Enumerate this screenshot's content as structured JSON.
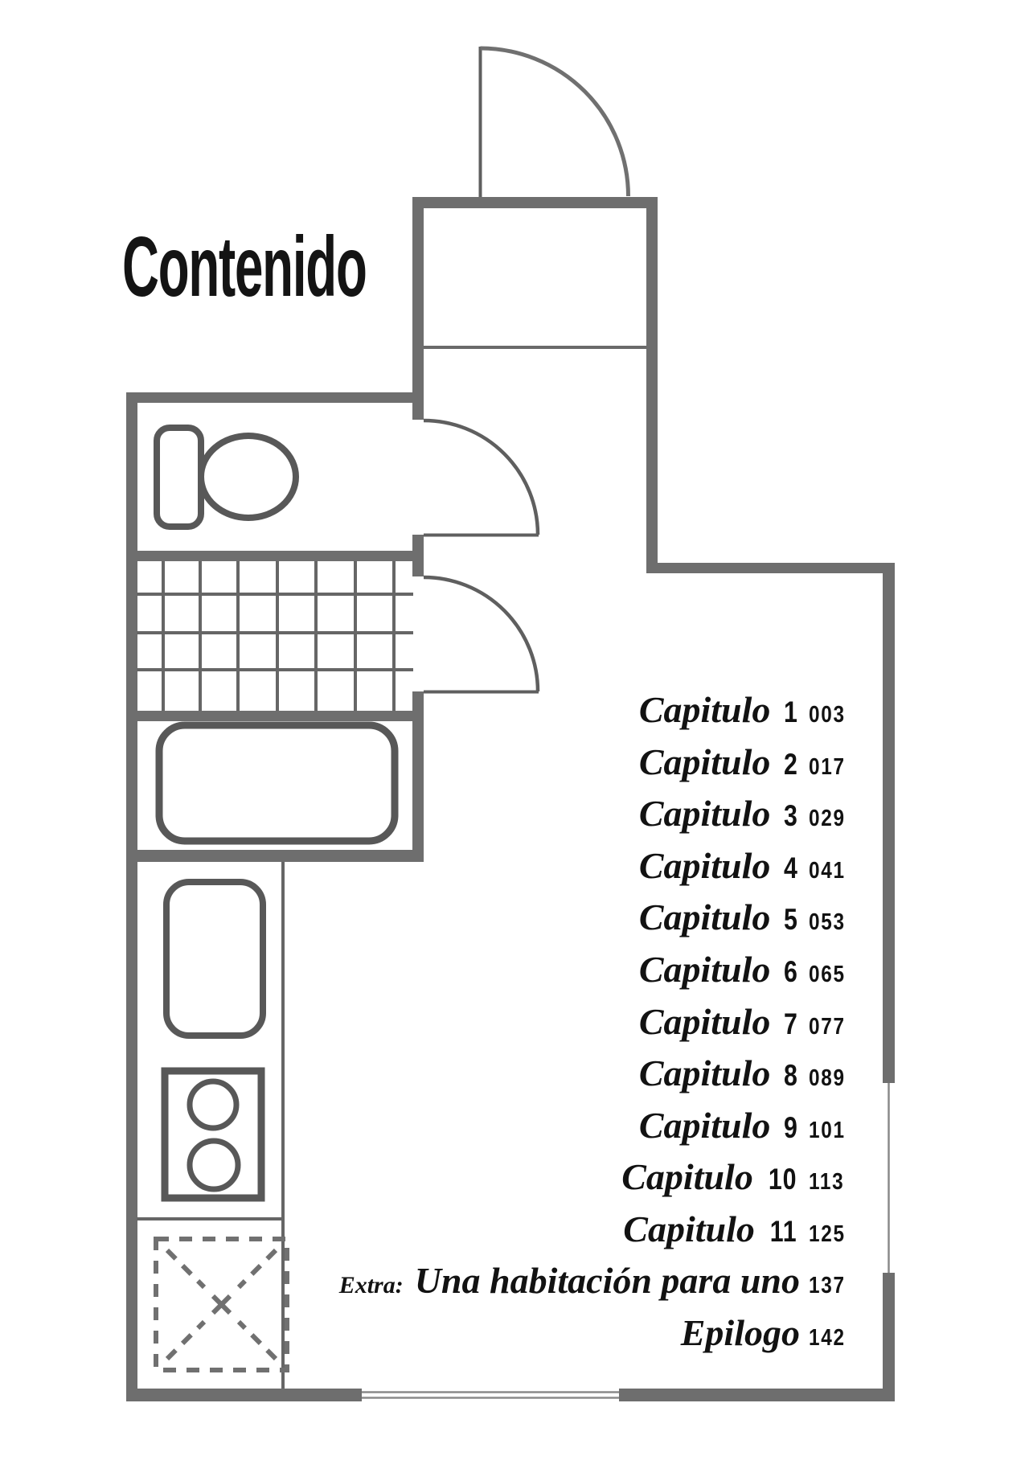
{
  "page_title": "Contenido",
  "toc": {
    "chapters": [
      {
        "label": "Capitulo",
        "number": "1",
        "page": "003"
      },
      {
        "label": "Capitulo",
        "number": "2",
        "page": "017"
      },
      {
        "label": "Capitulo",
        "number": "3",
        "page": "029"
      },
      {
        "label": "Capitulo",
        "number": "4",
        "page": "041"
      },
      {
        "label": "Capitulo",
        "number": "5",
        "page": "053"
      },
      {
        "label": "Capitulo",
        "number": "6",
        "page": "065"
      },
      {
        "label": "Capitulo",
        "number": "7",
        "page": "077"
      },
      {
        "label": "Capitulo",
        "number": "8",
        "page": "089"
      },
      {
        "label": "Capitulo",
        "number": "9",
        "page": "101"
      },
      {
        "label": "Capitulo",
        "number": "10",
        "page": "113"
      },
      {
        "label": "Capitulo",
        "number": "11",
        "page": "125"
      }
    ],
    "extra": {
      "prefix": "Extra:",
      "title": "Una habitación para uno",
      "page": "137"
    },
    "epilogue": {
      "label": "Epilogo",
      "page": "142"
    }
  },
  "floor_plan": {
    "symbols": [
      "entrance-door",
      "bathroom-door",
      "washroom-door",
      "toilet",
      "tile-floor",
      "bathtub",
      "kitchen-sink",
      "stove-two-burners",
      "laundry-dashed-space",
      "window-right-wall",
      "window-bottom-wall"
    ],
    "colors": {
      "wall": "#6e6e6e",
      "line": "#5f5f5f",
      "text": "#121212"
    }
  }
}
